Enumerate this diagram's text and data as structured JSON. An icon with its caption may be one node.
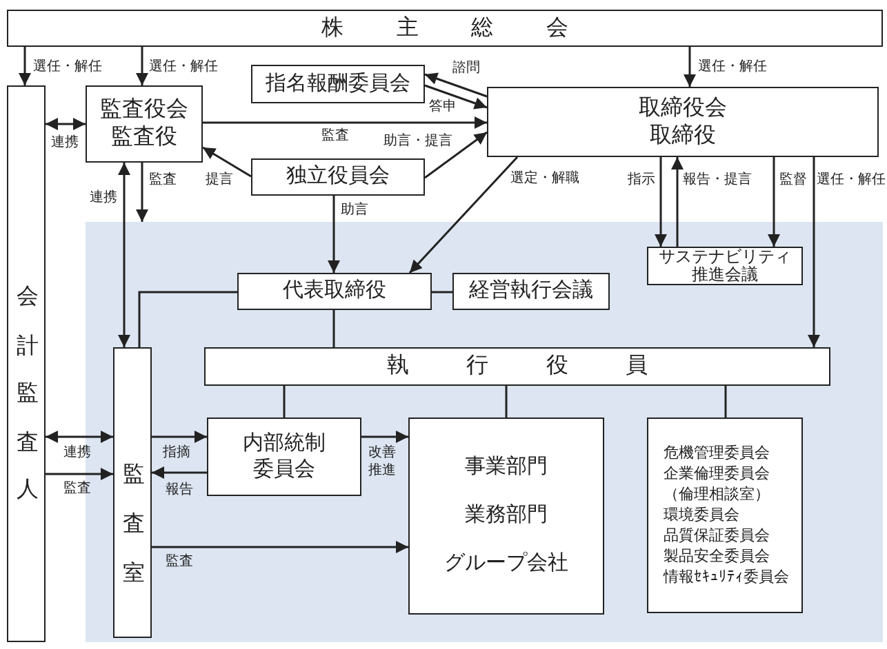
{
  "diagram": {
    "nodes": [
      {
        "text": [
          "株主総会"
        ]
      },
      {
        "text": [
          "会計監査人"
        ]
      },
      {
        "text": [
          "監査役会",
          "監査役"
        ]
      },
      {
        "text": [
          "指名報酬委員会"
        ]
      },
      {
        "text": [
          "取締役会",
          "取締役"
        ]
      },
      {
        "text": [
          "独立役員会"
        ]
      },
      {
        "text": [
          "代表取締役"
        ]
      },
      {
        "text": [
          "経営執行会議"
        ]
      },
      {
        "text": [
          "サステナビリティ",
          "推進会議"
        ]
      },
      {
        "text": [
          "執行役員"
        ]
      },
      {
        "text": [
          "監査室"
        ]
      },
      {
        "text": [
          "内部統制",
          "委員会"
        ]
      },
      {
        "text": [
          "事業部門",
          "業務部門",
          "グループ会社"
        ]
      },
      {
        "text": [
          "危機管理委員会",
          "企業倫理委員会",
          "（倫理相談室）",
          "環境委員会",
          "品質保証委員会",
          "製品安全委員会",
          "情報ｾｷｭﾘﾃｨ委員会"
        ]
      }
    ],
    "edges": [
      {
        "from": 0,
        "to": 1,
        "arrow": "to",
        "label": "選任・解任"
      },
      {
        "from": 0,
        "to": 2,
        "arrow": "to",
        "label": "選任・解任"
      },
      {
        "from": 0,
        "to": 4,
        "arrow": "to",
        "label": "選任・解任"
      },
      {
        "from": 1,
        "to": 2,
        "arrow": "both",
        "label": "連携"
      },
      {
        "from": 4,
        "to": 3,
        "arrow": "to",
        "label": "諮問"
      },
      {
        "from": 3,
        "to": 4,
        "arrow": "to",
        "label": "答申"
      },
      {
        "from": 2,
        "to": 4,
        "arrow": "to",
        "label": "監査"
      },
      {
        "from": 5,
        "to": 4,
        "arrow": "to",
        "label": "助言・提言"
      },
      {
        "from": 5,
        "to": 2,
        "arrow": "to",
        "label": "提言"
      },
      {
        "from": 2,
        "to": null,
        "arrow": "to",
        "label": "監査"
      },
      {
        "from": 2,
        "to": 10,
        "arrow": "both",
        "label": "連携"
      },
      {
        "from": 5,
        "to": 6,
        "arrow": "to",
        "label": "助言"
      },
      {
        "from": 4,
        "to": 6,
        "arrow": "to",
        "label": "選定・解職"
      },
      {
        "from": 4,
        "to": 8,
        "arrow": "to",
        "label": "指示"
      },
      {
        "from": 8,
        "to": 4,
        "arrow": "to",
        "label": "報告・提言"
      },
      {
        "from": 4,
        "to": 8,
        "arrow": "to",
        "label": "監督"
      },
      {
        "from": 4,
        "to": 9,
        "arrow": "to",
        "label": "選任・解任"
      },
      {
        "from": 6,
        "to": 7,
        "arrow": "none"
      },
      {
        "from": 6,
        "to": 10,
        "arrow": "none"
      },
      {
        "from": 6,
        "to": 9,
        "arrow": "none"
      },
      {
        "from": 9,
        "to": 11,
        "arrow": "none"
      },
      {
        "from": 9,
        "to": 12,
        "arrow": "none"
      },
      {
        "from": 9,
        "to": 13,
        "arrow": "none"
      },
      {
        "from": 1,
        "to": 10,
        "arrow": "both",
        "label": "連携"
      },
      {
        "from": 1,
        "to": 10,
        "arrow": "to",
        "label": "監査"
      },
      {
        "from": 10,
        "to": 11,
        "arrow": "to",
        "label": "指摘"
      },
      {
        "from": 11,
        "to": 10,
        "arrow": "to",
        "label": "報告"
      },
      {
        "from": 11,
        "to": 12,
        "arrow": "to",
        "label": "改善推進"
      },
      {
        "from": 10,
        "to": 12,
        "arrow": "to",
        "label": "監査"
      }
    ]
  }
}
